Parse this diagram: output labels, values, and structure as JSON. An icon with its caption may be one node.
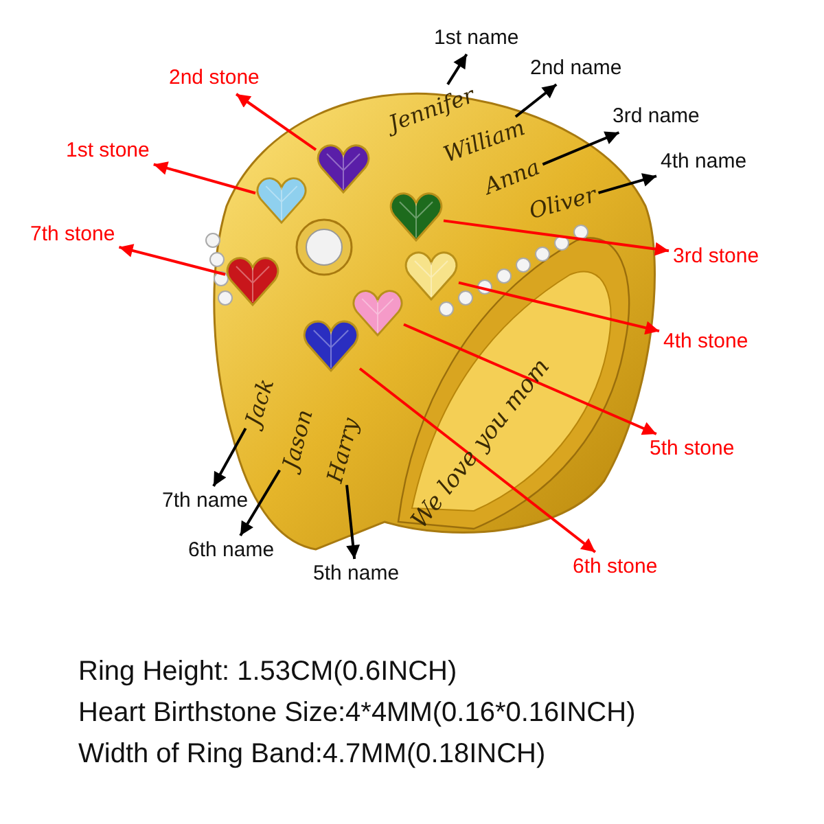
{
  "diagram": {
    "nodes": [
      {
        "text": [
          "1st stone"
        ]
      },
      {
        "text": [
          "2nd stone"
        ]
      },
      {
        "text": [
          "3rd stone"
        ]
      },
      {
        "text": [
          "4th stone"
        ]
      },
      {
        "text": [
          "5th stone"
        ]
      },
      {
        "text": [
          "6th stone"
        ]
      },
      {
        "text": [
          "7th stone"
        ]
      },
      {
        "text": [],
        "shape": "heart"
      },
      {
        "text": [],
        "shape": "heart"
      },
      {
        "text": [],
        "shape": "heart"
      },
      {
        "text": [],
        "shape": "heart"
      },
      {
        "text": [],
        "shape": "heart"
      },
      {
        "text": [],
        "shape": "heart"
      },
      {
        "text": [],
        "shape": "heart"
      },
      {
        "text": [
          "1st name"
        ]
      },
      {
        "text": [
          "2nd name"
        ]
      },
      {
        "text": [
          "3rd name"
        ]
      },
      {
        "text": [
          "4th name"
        ]
      },
      {
        "text": [
          "5th name"
        ]
      },
      {
        "text": [
          "6th name"
        ]
      },
      {
        "text": [
          "7th name"
        ]
      },
      {
        "text": [
          "Jennifer"
        ]
      },
      {
        "text": [
          "William"
        ]
      },
      {
        "text": [
          "Anna"
        ]
      },
      {
        "text": [
          "Oliver"
        ]
      },
      {
        "text": [
          "Harry"
        ]
      },
      {
        "text": [
          "Jason"
        ]
      },
      {
        "text": [
          "Jack"
        ]
      }
    ],
    "edges": [
      {
        "from": 7,
        "to": 0,
        "arrow": "to",
        "color": "#ff0000"
      },
      {
        "from": 8,
        "to": 1,
        "arrow": "to",
        "color": "#ff0000"
      },
      {
        "from": 9,
        "to": 2,
        "arrow": "to",
        "color": "#ff0000"
      },
      {
        "from": 10,
        "to": 3,
        "arrow": "to",
        "color": "#ff0000"
      },
      {
        "from": 11,
        "to": 4,
        "arrow": "to",
        "color": "#ff0000"
      },
      {
        "from": 12,
        "to": 5,
        "arrow": "to",
        "color": "#ff0000"
      },
      {
        "from": 13,
        "to": 6,
        "arrow": "to",
        "color": "#ff0000"
      },
      {
        "from": 21,
        "to": 14,
        "arrow": "to",
        "color": "#000000"
      },
      {
        "from": 22,
        "to": 15,
        "arrow": "to",
        "color": "#000000"
      },
      {
        "from": 23,
        "to": 16,
        "arrow": "to",
        "color": "#000000"
      },
      {
        "from": 24,
        "to": 17,
        "arrow": "to",
        "color": "#000000"
      },
      {
        "from": 25,
        "to": 18,
        "arrow": "to",
        "color": "#000000"
      },
      {
        "from": 26,
        "to": 19,
        "arrow": "to",
        "color": "#000000"
      },
      {
        "from": 27,
        "to": 20,
        "arrow": "to",
        "color": "#000000"
      }
    ],
    "labels": [
      "We love you mom",
      "Ring Height: 1.53CM(0.6INCH)",
      "Heart Birthstone Size:4*4MM(0.16*0.16INCH)",
      "Width of Ring Band:4.7MM(0.18INCH)"
    ]
  }
}
